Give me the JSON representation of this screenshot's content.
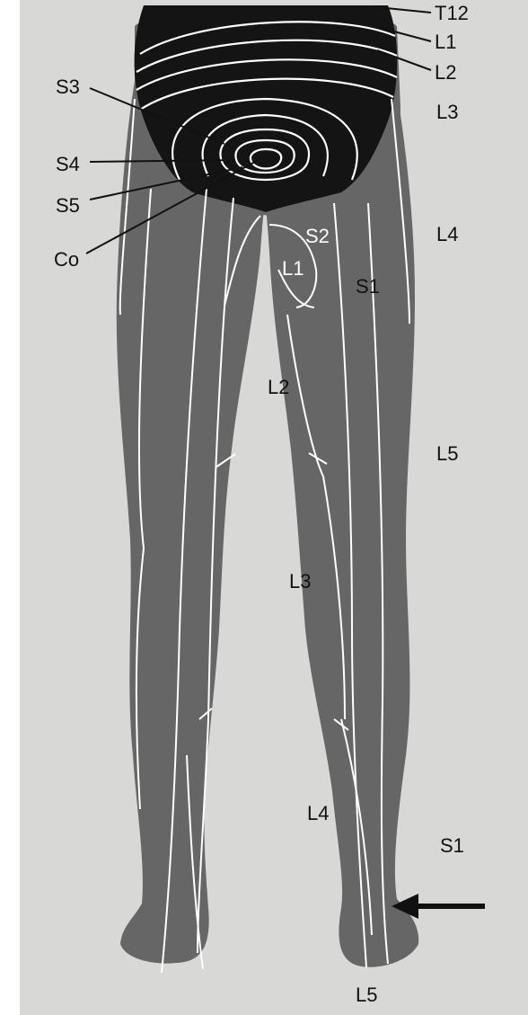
{
  "figure": {
    "colors": {
      "page": "#ffffff",
      "background": "#d8d8d6",
      "skin": "#666666",
      "skin_dark": "#555555",
      "buttocks_zone": "#141414",
      "dermatome_line": "#ffffff",
      "label_dark": "#111111",
      "label_light": "#ffffff"
    },
    "labels": {
      "t12": "T12",
      "l1_back": "L1",
      "l2_back": "L2",
      "l3_side": "L3",
      "l4_side": "L4",
      "l5_side": "L5",
      "s1_side": "S1",
      "s3": "S3",
      "s4": "S4",
      "s5": "S5",
      "co": "Co",
      "s2": "S2",
      "l1_thigh": "L1",
      "s1_thigh": "S1",
      "l2_thigh": "L2",
      "l3_calf": "L3",
      "l4_calf": "L4",
      "l5_heel": "L5"
    },
    "arrow_icon": "left-arrow-icon"
  }
}
